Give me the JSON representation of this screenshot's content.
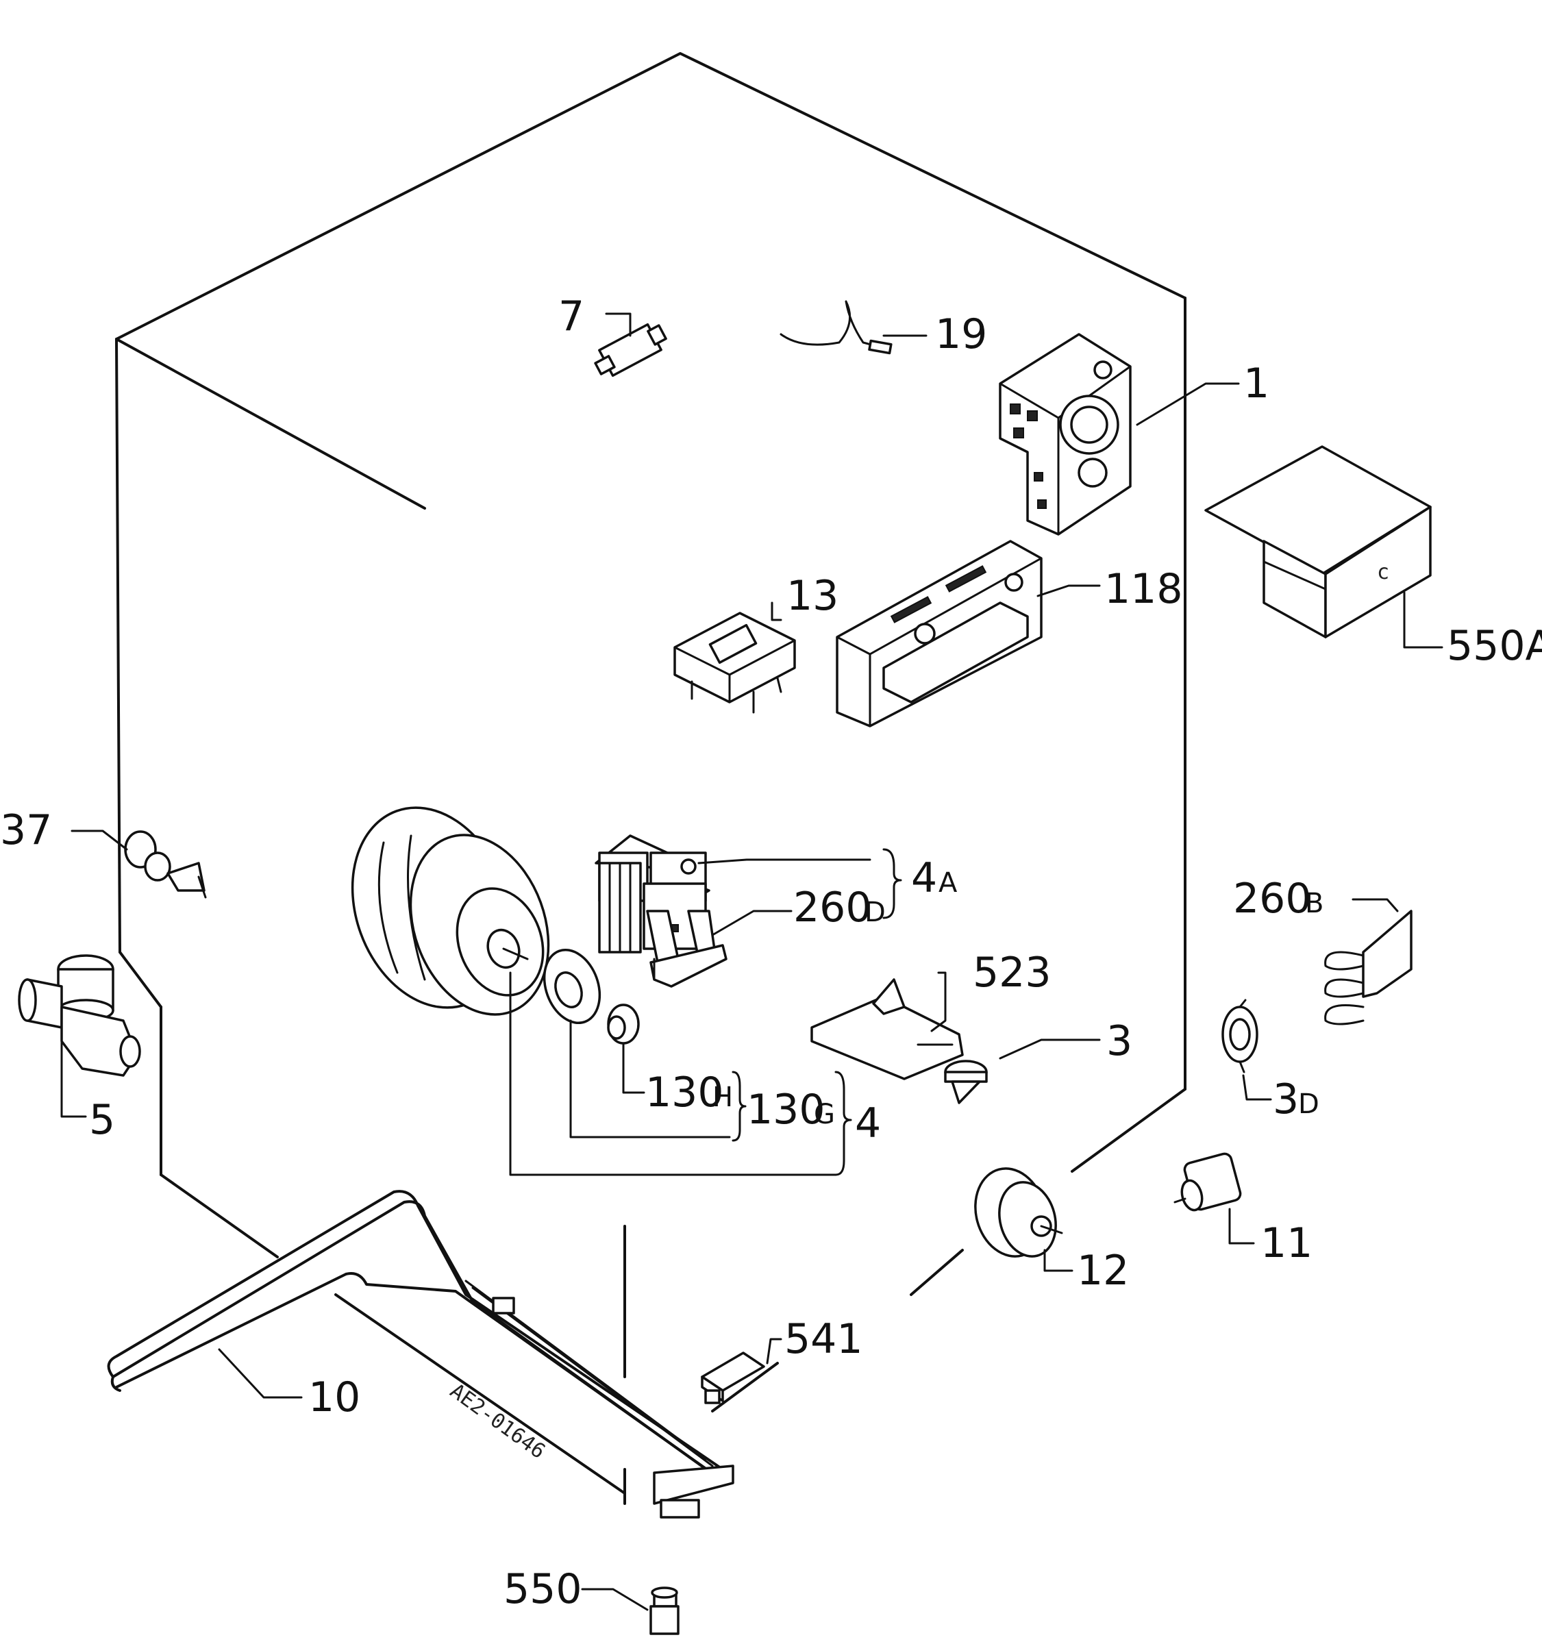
{
  "parts": {
    "p1": "1",
    "p7": "7",
    "p19": "19",
    "p118": "118",
    "p13": "13",
    "p550A": "550A",
    "p37": "37",
    "p4A_num": "4",
    "p4A_sub": "A",
    "p260D_num": "260",
    "p260D_sub": "D",
    "p523": "523",
    "p3": "3",
    "p260B_num": "260",
    "p260B_sub": "B",
    "p3D_num": "3",
    "p3D_sub": "D",
    "p5": "5",
    "p130H_num": "130",
    "p130H_sub": "H",
    "p130G_num": "130",
    "p130G_sub": "G",
    "p4": "4",
    "p11": "11",
    "p12": "12",
    "p541": "541",
    "p10": "10",
    "p550": "550"
  },
  "drawing_ref": "AE2-01646"
}
